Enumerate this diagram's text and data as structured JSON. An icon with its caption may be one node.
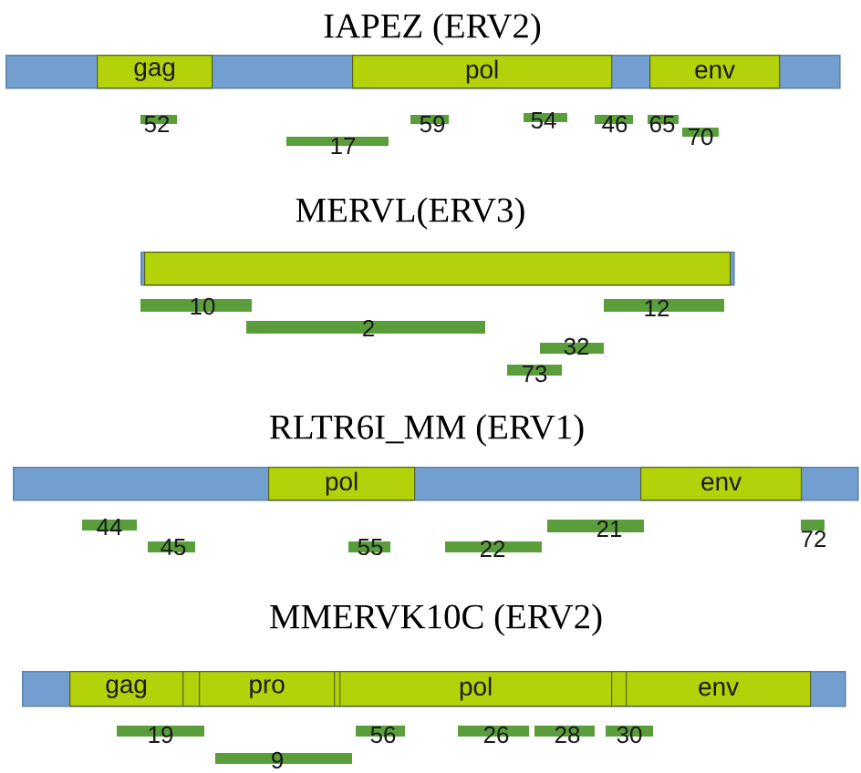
{
  "diagram": {
    "nodes": [
      {
        "text": [
          "IAPEZ (ERV2)"
        ]
      },
      {
        "text": [
          "gag"
        ],
        "in": 0
      },
      {
        "text": [
          "pol"
        ],
        "in": 0
      },
      {
        "text": [
          "env"
        ],
        "in": 0
      },
      {
        "text": [
          "52"
        ]
      },
      {
        "text": [
          "59"
        ]
      },
      {
        "text": [
          "54"
        ]
      },
      {
        "text": [
          "46"
        ]
      },
      {
        "text": [
          "65"
        ]
      },
      {
        "text": [
          "70"
        ]
      },
      {
        "text": [
          "17"
        ]
      },
      {
        "text": [
          "MERVL(ERV3)"
        ]
      },
      {
        "text": [],
        "shape": "box",
        "in": 11
      },
      {
        "text": [
          "10"
        ]
      },
      {
        "text": [
          "12"
        ]
      },
      {
        "text": [
          "2"
        ]
      },
      {
        "text": [
          "32"
        ]
      },
      {
        "text": [
          "73"
        ]
      },
      {
        "text": [
          "RLTR6I_MM (ERV1)"
        ]
      },
      {
        "text": [
          "pol"
        ],
        "in": 18
      },
      {
        "text": [
          "env"
        ],
        "in": 18
      },
      {
        "text": [
          "44"
        ]
      },
      {
        "text": [
          "21"
        ]
      },
      {
        "text": [
          "72"
        ]
      },
      {
        "text": [
          "45"
        ]
      },
      {
        "text": [
          "55"
        ]
      },
      {
        "text": [
          "22"
        ]
      },
      {
        "text": [
          "MMERVK10C (ERV2)"
        ]
      },
      {
        "text": [
          "gag"
        ],
        "in": 27
      },
      {
        "text": [],
        "shape": "box",
        "in": 27
      },
      {
        "text": [
          "pro"
        ],
        "in": 27
      },
      {
        "text": [],
        "shape": "box",
        "in": 27
      },
      {
        "text": [
          "pol"
        ],
        "in": 27
      },
      {
        "text": [],
        "shape": "box",
        "in": 27
      },
      {
        "text": [
          "env"
        ],
        "in": 27
      },
      {
        "text": [
          "19"
        ]
      },
      {
        "text": [
          "56"
        ]
      },
      {
        "text": [
          "26"
        ]
      },
      {
        "text": [
          "28"
        ]
      },
      {
        "text": [
          "30"
        ]
      },
      {
        "text": [
          "9"
        ]
      }
    ]
  }
}
